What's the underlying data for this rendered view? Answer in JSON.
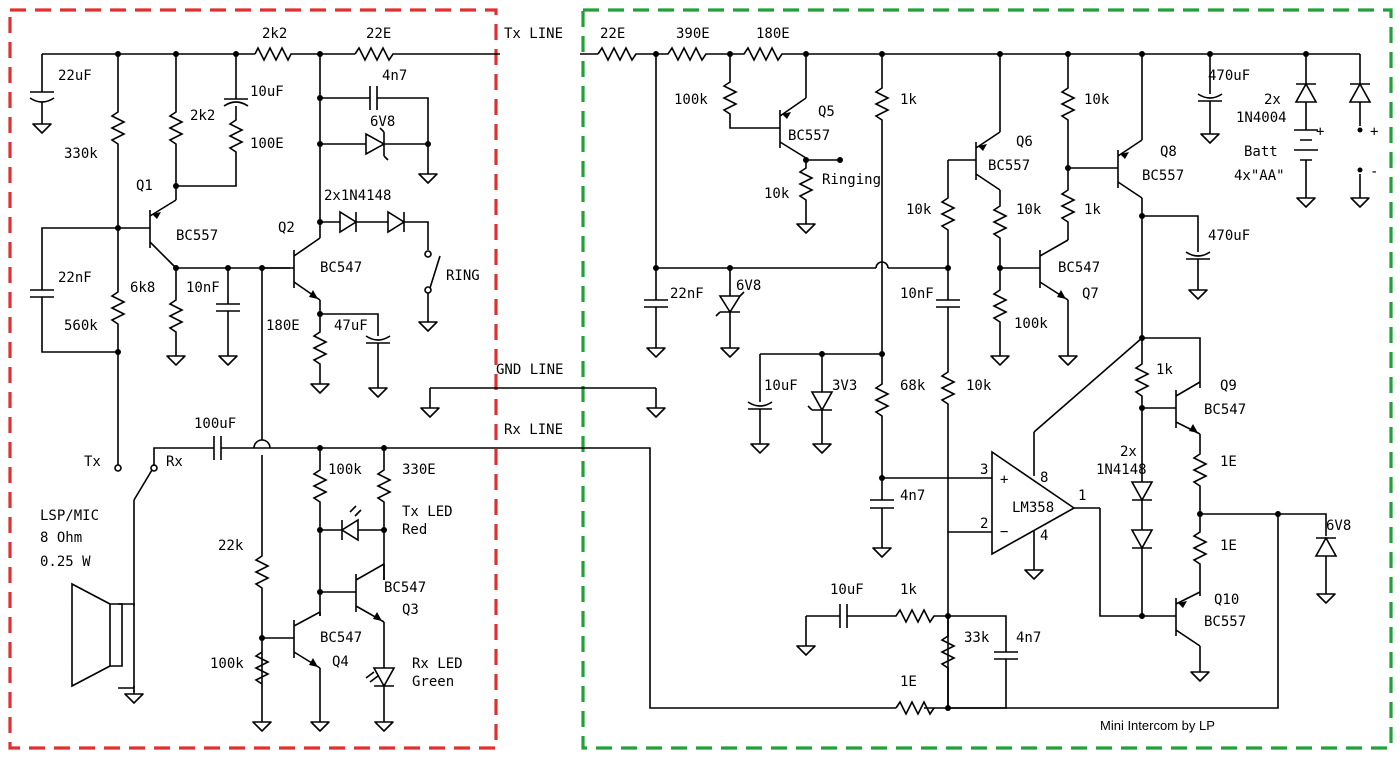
{
  "title": "Mini Intercom by LP",
  "colors": {
    "handset_border": "#e03030",
    "base_border": "#22a03a",
    "ink": "#000000"
  },
  "lines": {
    "tx": "Tx LINE",
    "gnd": "GND LINE",
    "rx": "Rx LINE"
  },
  "handset": {
    "c1": "22uF",
    "c2": "10uF",
    "r1": "2k2",
    "r2": "22E",
    "c3": "4n7",
    "z1": "6V8",
    "r3": "2k2",
    "r4": "100E",
    "r5": "330k",
    "q1": "Q1",
    "q1_type": "BC557",
    "q2": "Q2",
    "q2_type": "BC547",
    "diodes": "2x1N4148",
    "ring": "RING",
    "c4": "22nF",
    "r6": "6k8",
    "c5": "10nF",
    "r7": "560k",
    "r8": "180E",
    "c6": "47uF",
    "tx_label": "Tx",
    "rx_label": "Rx",
    "c7": "100uF",
    "r9": "100k",
    "r10": "330E",
    "led_tx": "Tx LED",
    "led_tx_color": "Red",
    "q3": "Q3",
    "q3_type": "BC547",
    "r11": "22k",
    "r12": "100k",
    "q4": "Q4",
    "q4_type": "BC547",
    "led_rx": "Rx LED",
    "led_rx_color": "Green",
    "spk1": "LSP/MIC",
    "spk2": "8 Ohm",
    "spk3": "0.25 W"
  },
  "base": {
    "r1": "22E",
    "r2": "390E",
    "r3": "180E",
    "r4": "100k",
    "q5": "Q5",
    "q5_type": "BC557",
    "r5": "10k",
    "ringing": "Ringing",
    "r6": "1k",
    "c1": "22nF",
    "z1": "6V8",
    "c2": "10uF",
    "z2": "3V3",
    "r7": "68k",
    "c3": "4n7",
    "q6": "Q6",
    "q6_type": "BC557",
    "r8": "10k",
    "r9": "10k",
    "c4": "10nF",
    "r10": "10k",
    "q7": "Q7",
    "q7_type": "BC547",
    "r11": "100k",
    "r12": "10k",
    "r13": "1k",
    "q8": "Q8",
    "q8_type": "BC557",
    "c5": "470uF",
    "c6": "470uF",
    "diodes": "2x",
    "diodes_type": "1N4004",
    "batt": "Batt",
    "batt_cells": "4x\"AA\"",
    "plus": "+",
    "minus": "-",
    "plus_small": "+",
    "r14": "1k",
    "q9": "Q9",
    "q9_type": "BC547",
    "diodes2": "2x",
    "diodes2_type": "1N4148",
    "r15": "1E",
    "r16": "1E",
    "z3": "6V8",
    "q10": "Q10",
    "q10_type": "BC557",
    "opamp": "LM358",
    "pin3": "3",
    "pin2": "2",
    "pin8": "8",
    "pin4": "4",
    "pin1": "1",
    "c7": "10uF",
    "r17": "1k",
    "r18": "33k",
    "c8": "4n7",
    "r19": "1E"
  }
}
